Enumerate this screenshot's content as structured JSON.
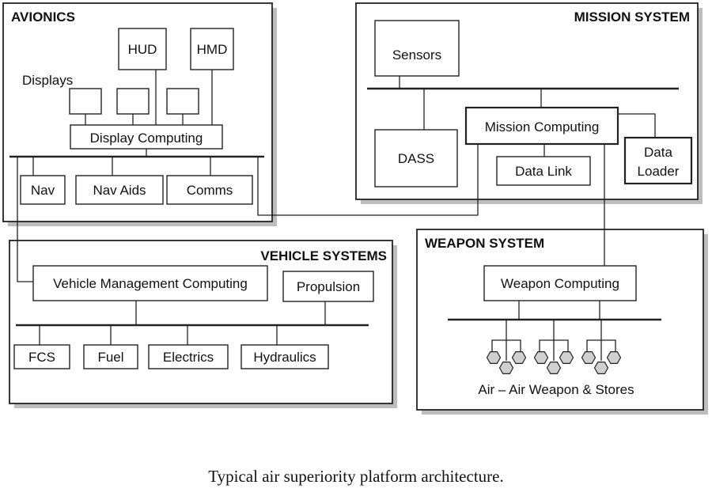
{
  "panels": {
    "avionics": "AVIONICS",
    "mission": "MISSION SYSTEM",
    "vehicle": "VEHICLE SYSTEMS",
    "weapon": "WEAPON SYSTEM"
  },
  "avionics": {
    "hud": "HUD",
    "hmd": "HMD",
    "displays": "Displays",
    "display_computing": "Display Computing",
    "nav": "Nav",
    "nav_aids": "Nav Aids",
    "comms": "Comms"
  },
  "mission": {
    "sensors": "Sensors",
    "dass": "DASS",
    "mission_computing": "Mission Computing",
    "data_link": "Data Link",
    "data_loader_line1": "Data",
    "data_loader_line2": "Loader"
  },
  "vehicle": {
    "vmc": "Vehicle Management Computing",
    "propulsion": "Propulsion",
    "fcs": "FCS",
    "fuel": "Fuel",
    "electrics": "Electrics",
    "hydraulics": "Hydraulics"
  },
  "weapon": {
    "weapon_computing": "Weapon Computing",
    "stores": "Air – Air Weapon & Stores"
  },
  "caption": "Typical air superiority platform architecture."
}
